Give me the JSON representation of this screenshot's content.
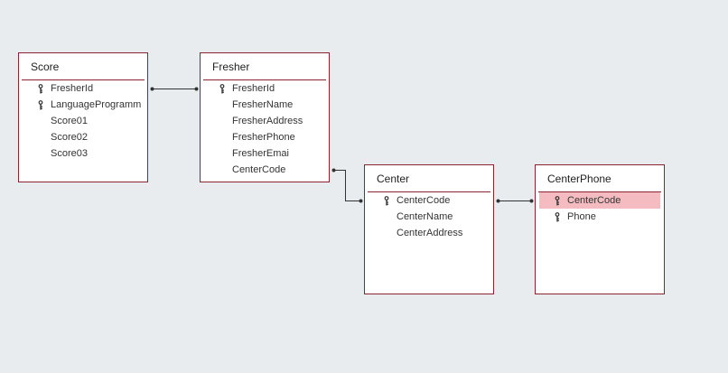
{
  "colors": {
    "background": "#e9ecef",
    "table_border": "#8b2431",
    "selected_field": "#f4bcc1",
    "connector": "#333333"
  },
  "tables": {
    "score": {
      "title": "Score",
      "fields": [
        {
          "name": "FresherId",
          "key": true
        },
        {
          "name": "LanguageProgramm",
          "key": true
        },
        {
          "name": "Score01",
          "key": false
        },
        {
          "name": "Score02",
          "key": false
        },
        {
          "name": "Score03",
          "key": false
        }
      ]
    },
    "fresher": {
      "title": "Fresher",
      "fields": [
        {
          "name": "FresherId",
          "key": true
        },
        {
          "name": "FresherName",
          "key": false
        },
        {
          "name": "FresherAddress",
          "key": false
        },
        {
          "name": "FresherPhone",
          "key": false
        },
        {
          "name": "FresherEmai",
          "key": false
        },
        {
          "name": "CenterCode",
          "key": false
        }
      ]
    },
    "center": {
      "title": "Center",
      "fields": [
        {
          "name": "CenterCode",
          "key": true
        },
        {
          "name": "CenterName",
          "key": false
        },
        {
          "name": "CenterAddress",
          "key": false
        }
      ]
    },
    "centerphone": {
      "title": "CenterPhone",
      "fields": [
        {
          "name": "CenterCode",
          "key": true,
          "selected": true
        },
        {
          "name": "Phone",
          "key": true
        }
      ]
    }
  },
  "relationships": [
    {
      "from": "score.FresherId",
      "to": "fresher.FresherId"
    },
    {
      "from": "fresher.CenterCode",
      "to": "center.CenterCode"
    },
    {
      "from": "center.CenterCode",
      "to": "centerphone.CenterCode"
    }
  ]
}
